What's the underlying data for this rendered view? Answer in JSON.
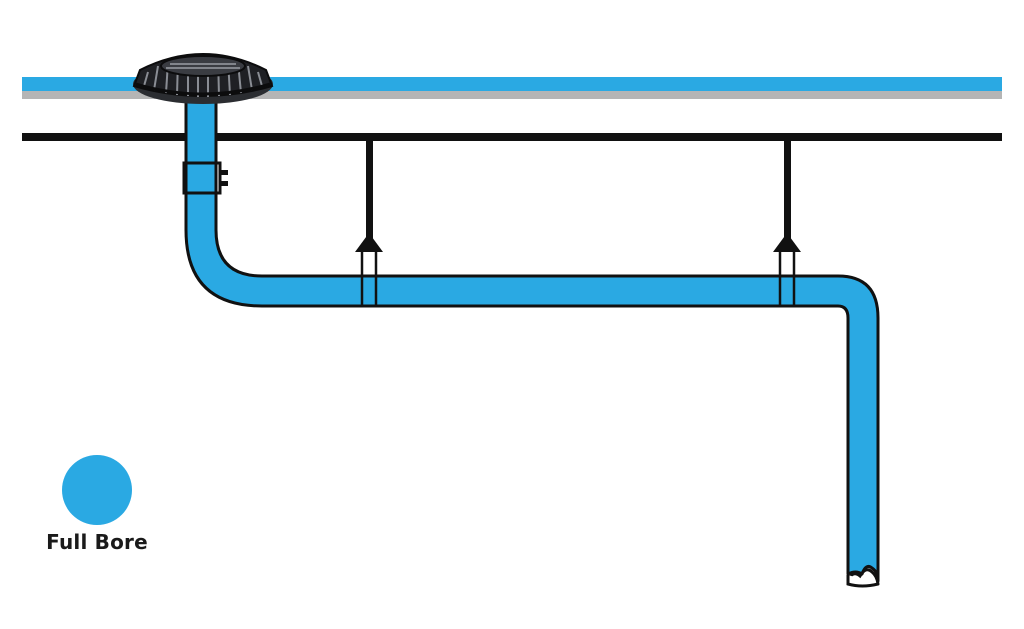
{
  "colors": {
    "pipe": "#2aa9e3",
    "roof_membrane": "#2aa9e3",
    "roof_deck": "#b5b5b5",
    "outline": "#111111",
    "drain_body": "#2b2d31"
  },
  "legend": {
    "label": "Full Bore",
    "swatch_color": "#2aa9e3"
  },
  "icons": [
    "roof-drain-outlet",
    "pipe-clamp",
    "pipe-hanger"
  ]
}
